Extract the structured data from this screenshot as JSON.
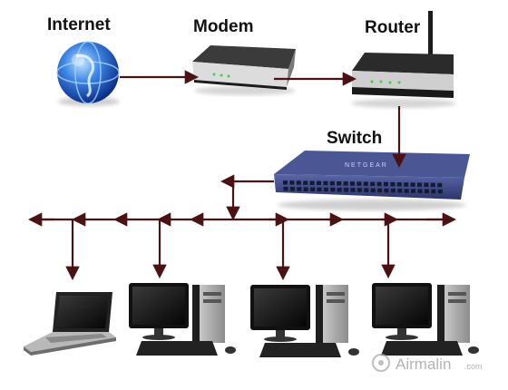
{
  "labels": {
    "internet": "Internet",
    "modem": "Modem",
    "router": "Router",
    "switch": "Switch"
  },
  "watermark": {
    "name": "Airmalin",
    "domain": ".com"
  },
  "devices": [
    {
      "kind": "globe",
      "label": "Internet"
    },
    {
      "kind": "modem",
      "label": "Modem"
    },
    {
      "kind": "router",
      "label": "Router"
    },
    {
      "kind": "switch",
      "label": "Switch"
    },
    {
      "kind": "laptop"
    },
    {
      "kind": "desktop"
    },
    {
      "kind": "desktop"
    },
    {
      "kind": "desktop"
    }
  ],
  "colors": {
    "arrow": "#4a1212",
    "globe": "#2f6fd6",
    "switch_body": "#3e4a8a",
    "device_dark": "#1c1c1c"
  }
}
